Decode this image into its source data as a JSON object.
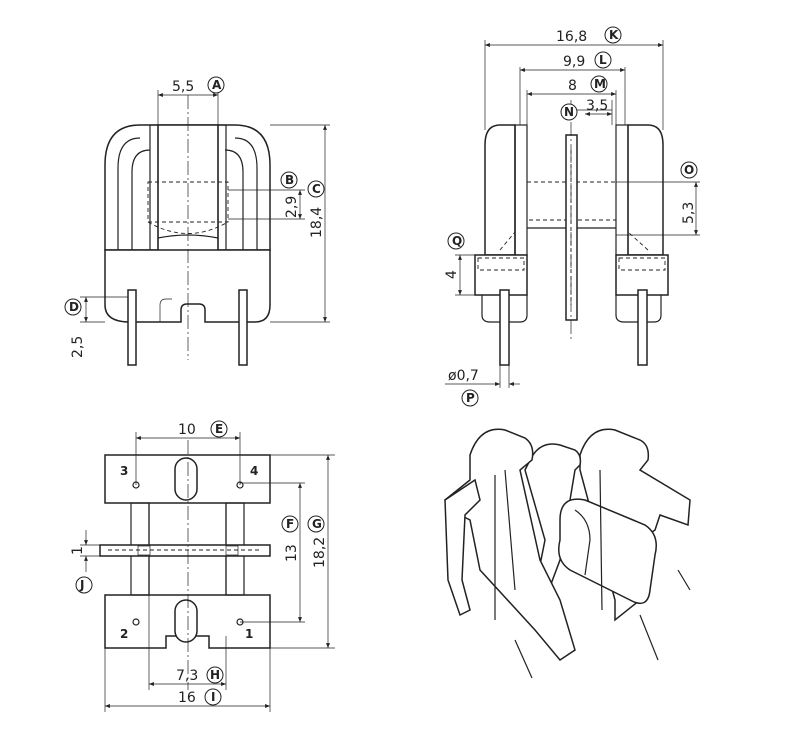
{
  "views": {
    "front": {
      "dims": {
        "width_top": "5,5",
        "window_height": "2,9",
        "total_height": "18,4",
        "pin_length": "2,5"
      },
      "letters": {
        "A": "A",
        "B": "B",
        "C": "C",
        "D": "D"
      }
    },
    "side": {
      "dims": {
        "total_width": "16,8",
        "inner_width": "9,9",
        "flange_spacing": "8",
        "core_width": "3,5",
        "core_height": "5,3",
        "base_height": "4",
        "pin_diameter": "ø0,7"
      },
      "letters": {
        "K": "K",
        "L": "L",
        "M": "M",
        "N": "N",
        "O": "O",
        "P": "P",
        "Q": "Q"
      }
    },
    "bottom": {
      "dims": {
        "top_pin_spacing": "10",
        "pin_row_spacing": "13",
        "total_length": "18,2",
        "plate_thickness": "1",
        "bottom_slot": "7,3",
        "base_width": "16"
      },
      "letters": {
        "E": "E",
        "F": "F",
        "G": "G",
        "H": "H",
        "I": "I",
        "J": "J"
      },
      "pins": {
        "p1": "1",
        "p2": "2",
        "p3": "3",
        "p4": "4"
      }
    }
  }
}
